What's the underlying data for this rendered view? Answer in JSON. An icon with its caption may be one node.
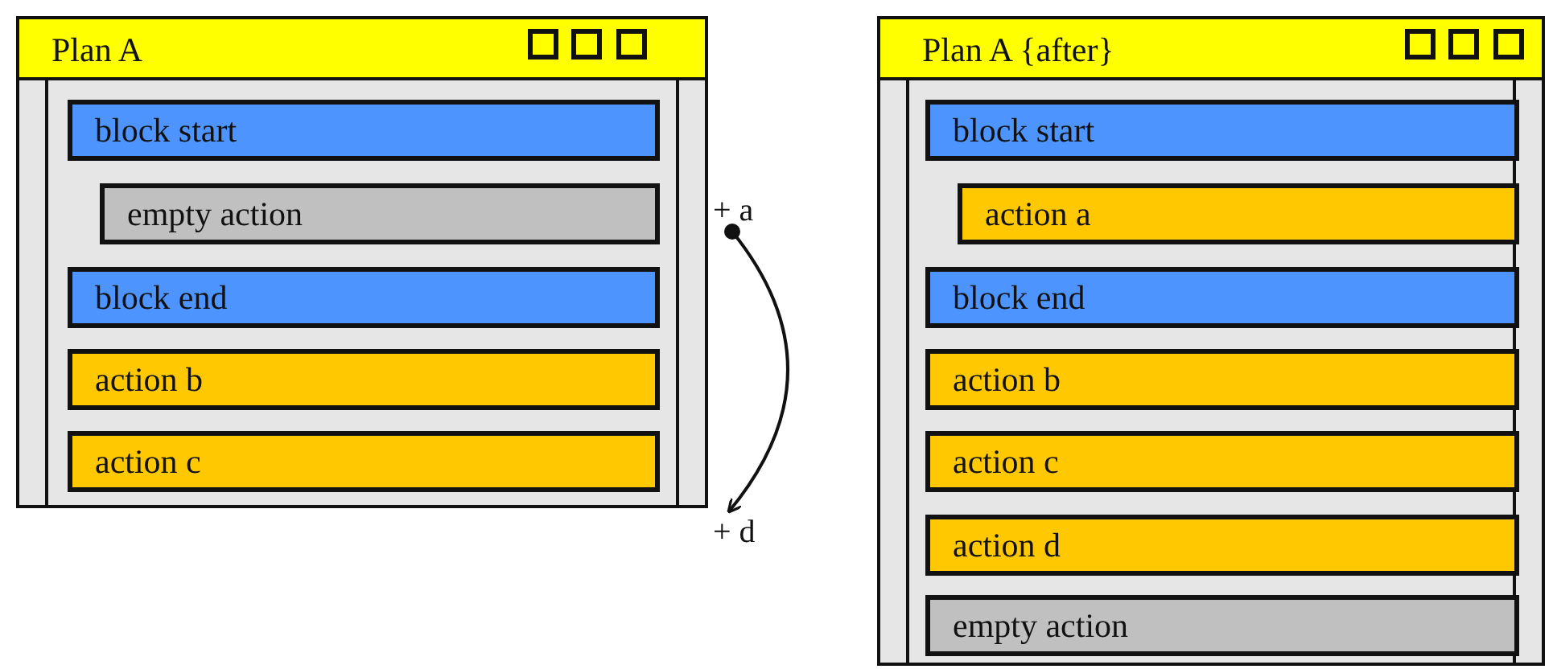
{
  "diagram": {
    "nodes": [
      {
        "text": [
          "Plan A"
        ]
      },
      {
        "text": [
          "block start"
        ],
        "in": 0
      },
      {
        "text": [
          "empty action"
        ],
        "in": 0
      },
      {
        "text": [
          "block end"
        ],
        "in": 0
      },
      {
        "text": [
          "action b"
        ],
        "in": 0
      },
      {
        "text": [
          "action c"
        ],
        "in": 0
      },
      {
        "text": [
          "+ a"
        ]
      },
      {
        "text": [
          "+ d"
        ]
      },
      {
        "text": [
          "Plan A {after}"
        ]
      },
      {
        "text": [
          "block start"
        ],
        "in": 8
      },
      {
        "text": [
          "action a"
        ],
        "in": 8
      },
      {
        "text": [
          "block end"
        ],
        "in": 8
      },
      {
        "text": [
          "action b"
        ],
        "in": 8
      },
      {
        "text": [
          "action c"
        ],
        "in": 8
      },
      {
        "text": [
          "action d"
        ],
        "in": 8
      },
      {
        "text": [
          "empty action"
        ],
        "in": 8
      }
    ],
    "edges": [
      {
        "from": 6,
        "to": 7,
        "arrow": "to"
      }
    ]
  }
}
